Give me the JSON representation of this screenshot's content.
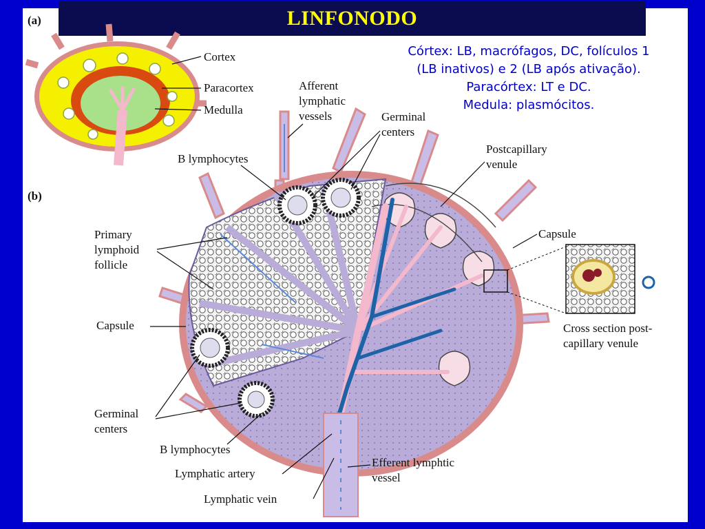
{
  "slide": {
    "title": "LINFONODO",
    "notes": [
      "Córtex: LB, macrófagos, DC, folículos 1",
      "(LB inativos) e 2 (LB após ativação).",
      "Paracórtex: LT e DC.",
      "Medula: plasmócitos."
    ]
  },
  "figure": {
    "panel_a": {
      "tag": "(a)",
      "labels": {
        "cortex": "Cortex",
        "paracortex": "Paracortex",
        "medulla": "Medulla"
      }
    },
    "panel_b": {
      "tag": "(b)",
      "labels": {
        "afferent_1": "Afferent",
        "afferent_2": "lymphatic",
        "afferent_3": "vessels",
        "germinal_top_1": "Germinal",
        "germinal_top_2": "centers",
        "b_lymph_top": "B lymphocytes",
        "postcap_1": "Postcapillary",
        "postcap_2": "venule",
        "primary_1": "Primary",
        "primary_2": "lymphoid",
        "primary_3": "follicle",
        "capsule_right": "Capsule",
        "capsule_left": "Capsule",
        "cross_1": "Cross section post-",
        "cross_2": "capillary venule",
        "germinal_bot_1": "Germinal",
        "germinal_bot_2": "centers",
        "b_lymph_bot": "B lymphocytes",
        "lymph_artery": "Lymphatic artery",
        "efferent_1": "Efferent lymphtic",
        "efferent_2": "vessel",
        "lymph_vein": "Lymphatic vein"
      }
    },
    "colors": {
      "background_frame": "#0000cc",
      "title_bar": "#0b0b4f",
      "title_text": "#ffff00",
      "notes_text": "#0000cc",
      "capsule": "#d98a8a",
      "node_fill": "#b9acd9",
      "cortex_yellow": "#f4f000",
      "paracortex_orange": "#d84a10",
      "medulla_green": "#a9e08a",
      "artery_pink": "#f3b8cc",
      "vein_blue": "#1e63a8"
    }
  }
}
